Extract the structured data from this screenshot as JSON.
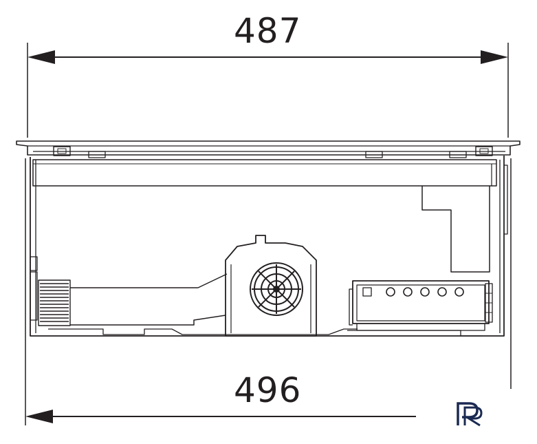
{
  "dimensions": {
    "top_width": "487",
    "bottom_width": "496"
  },
  "logo": {
    "text": "PR"
  },
  "colors": {
    "line": "#231f20",
    "logo": "#1b2a52"
  },
  "icons": [
    "fan-grille-icon",
    "brand-logo"
  ]
}
